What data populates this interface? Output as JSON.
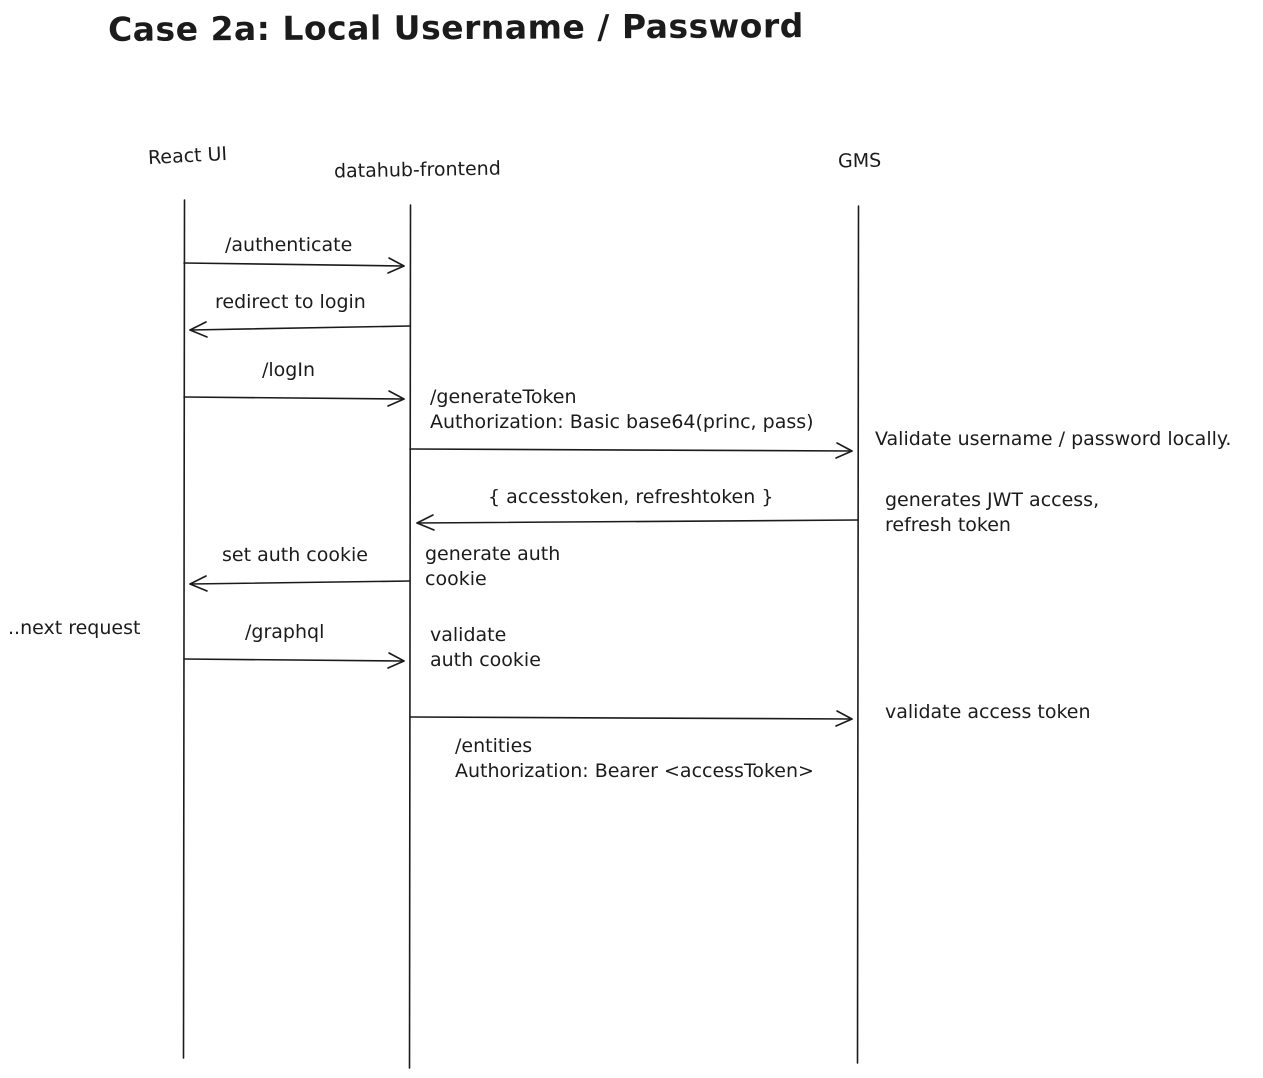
{
  "title": "Case 2a: Local Username / Password",
  "actors": {
    "react_ui": "React UI",
    "datahub_frontend": "datahub-frontend",
    "gms": "GMS"
  },
  "messages": {
    "authenticate": "/authenticate",
    "redirect_to_login": "redirect to login",
    "login": "/logIn",
    "generate_token": "/generateToken\nAuthorization: Basic base64(princ, pass)",
    "tokens_response": "{ accesstoken, refreshtoken }",
    "set_auth_cookie": "set auth cookie",
    "graphql": "/graphql",
    "entities": "/entities\nAuthorization: Bearer <accessToken>"
  },
  "notes": {
    "validate_locally": "Validate username / password locally.",
    "generates_jwt": "generates JWT access,\nrefresh token",
    "generate_auth_cookie": "generate auth\ncookie",
    "validate_auth_cookie": "validate\nauth cookie",
    "next_request": "..next request",
    "validate_access_token": "validate access token"
  }
}
